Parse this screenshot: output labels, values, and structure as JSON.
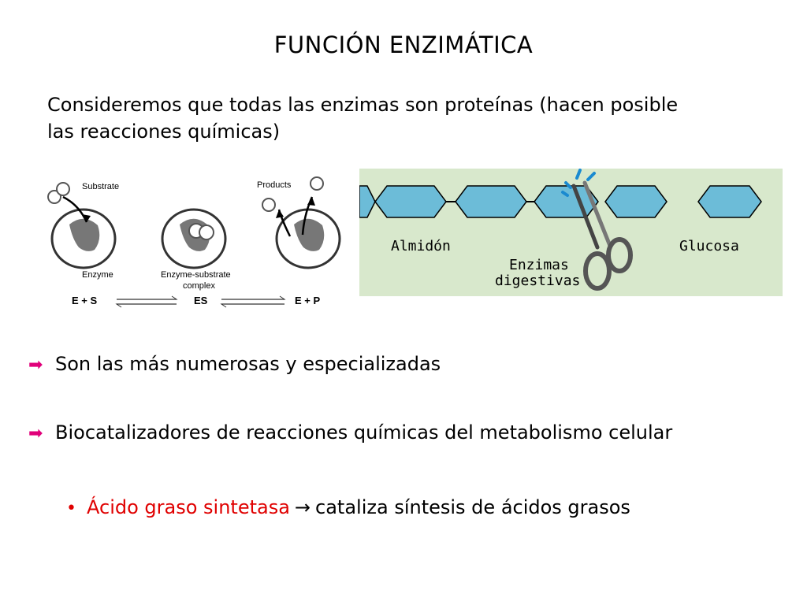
{
  "slide": {
    "title": "FUNCIÓN ENZIMÁTICA",
    "intro_line1": "Consideremos que todas las enzimas son proteínas (hacen posible",
    "intro_line2": "las reacciones químicas)"
  },
  "figure_left": {
    "substrate_label": "Substrate",
    "products_label": "Products",
    "enzyme_label": "Enzyme",
    "complex_label1": "Enzyme-substrate",
    "complex_label2": "complex",
    "eq_left": "E + S",
    "eq_mid": "ES",
    "eq_right": "E + P"
  },
  "figure_right": {
    "almidon_label": "Almidón",
    "glucosa_label": "Glucosa",
    "enzimas_label1": "Enzimas",
    "enzimas_label2": "digestivas"
  },
  "bullets": [
    {
      "arrow": "➡",
      "text": "Son las más numerosas y especializadas"
    },
    {
      "arrow": "➡",
      "text": "Biocatalizadores de reacciones químicas del metabolismo celular"
    }
  ],
  "sub_bullet": {
    "marker": "•",
    "red_text": "Ácido graso sintetasa",
    "symbol": "→",
    "rest_text": "cataliza síntesis de ácidos grasos"
  }
}
